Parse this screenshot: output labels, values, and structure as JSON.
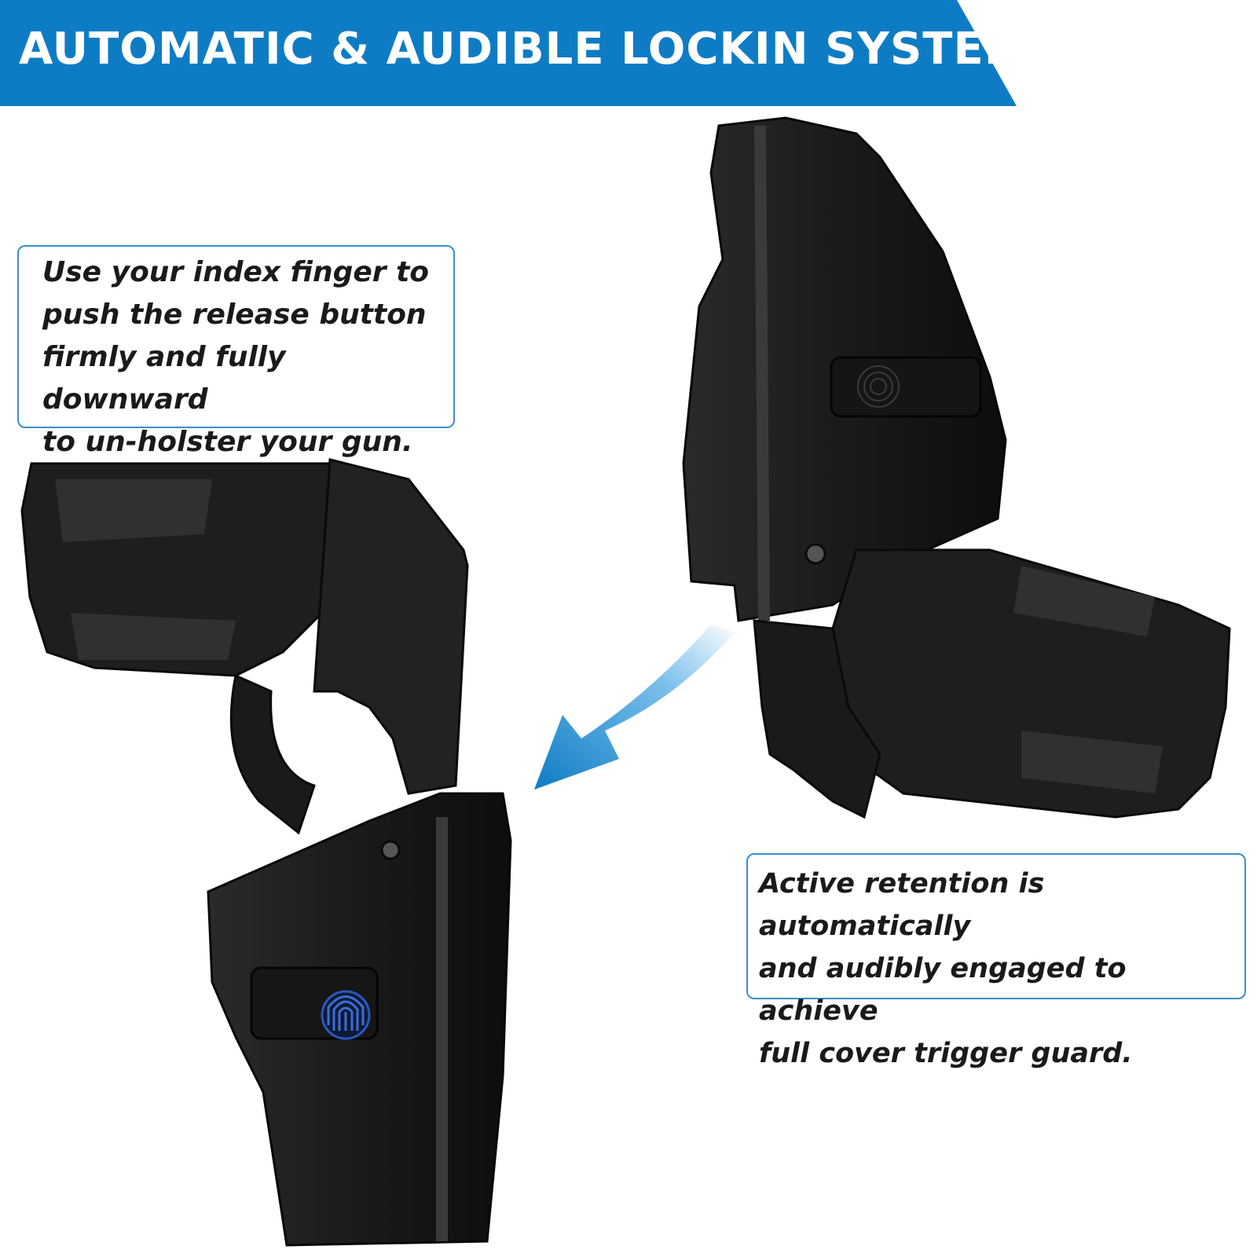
{
  "banner": {
    "title": "AUTOMATIC & AUDIBLE LOCKIN SYSTEM",
    "color": "#0e7cc4"
  },
  "callouts": {
    "left": {
      "lines": [
        "Use your index finger to",
        "push the release button",
        "firmly and fully downward",
        "to un-holster your gun."
      ]
    },
    "right": {
      "lines": [
        "Active retention is automatically",
        "and audibly engaged to achieve",
        "full cover trigger guard."
      ]
    }
  },
  "colors": {
    "accent": "#0e7cc4",
    "callout_border": "#3a8fd0",
    "product": "#1b1b1b"
  },
  "icons": {
    "release_button": "fingerprint-icon",
    "arrow": "curved-arrow-icon"
  }
}
